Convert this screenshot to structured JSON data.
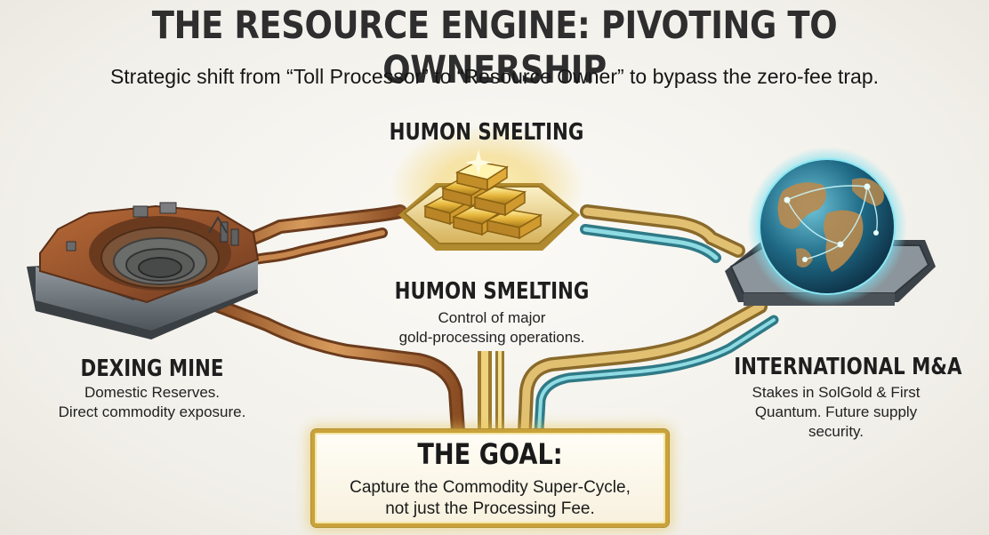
{
  "header": {
    "title": "THE RESOURCE ENGINE: PIVOTING TO OWNERSHIP",
    "subtitle": "Strategic shift from “Toll Processor” to “Resource Owner” to bypass the zero-fee trap."
  },
  "nodes": {
    "smelting_top": {
      "heading": "HUMON SMELTING"
    },
    "smelting_mid": {
      "heading": "HUMON SMELTING",
      "line1": "Control of major",
      "line2": "gold-processing operations."
    },
    "mine": {
      "heading": "DEXING MINE",
      "line1": "Domestic Reserves.",
      "line2": "Direct commodity exposure."
    },
    "international": {
      "heading": "INTERNATIONAL M&A",
      "line1": "Stakes in SolGold & First",
      "line2": "Quantum. Future supply",
      "line3": "security."
    }
  },
  "goal": {
    "heading": "THE GOAL:",
    "line1": "Capture the Commodity Super-Cycle,",
    "line2": "not just the Processing Fee."
  },
  "colors": {
    "copper": "#b9733a",
    "gold": "#d9ad3c",
    "teal": "#3fb6c6",
    "globe": "#1f6a86"
  },
  "icons": [
    "open-pit-mine-icon",
    "gold-bars-icon",
    "globe-icon"
  ]
}
